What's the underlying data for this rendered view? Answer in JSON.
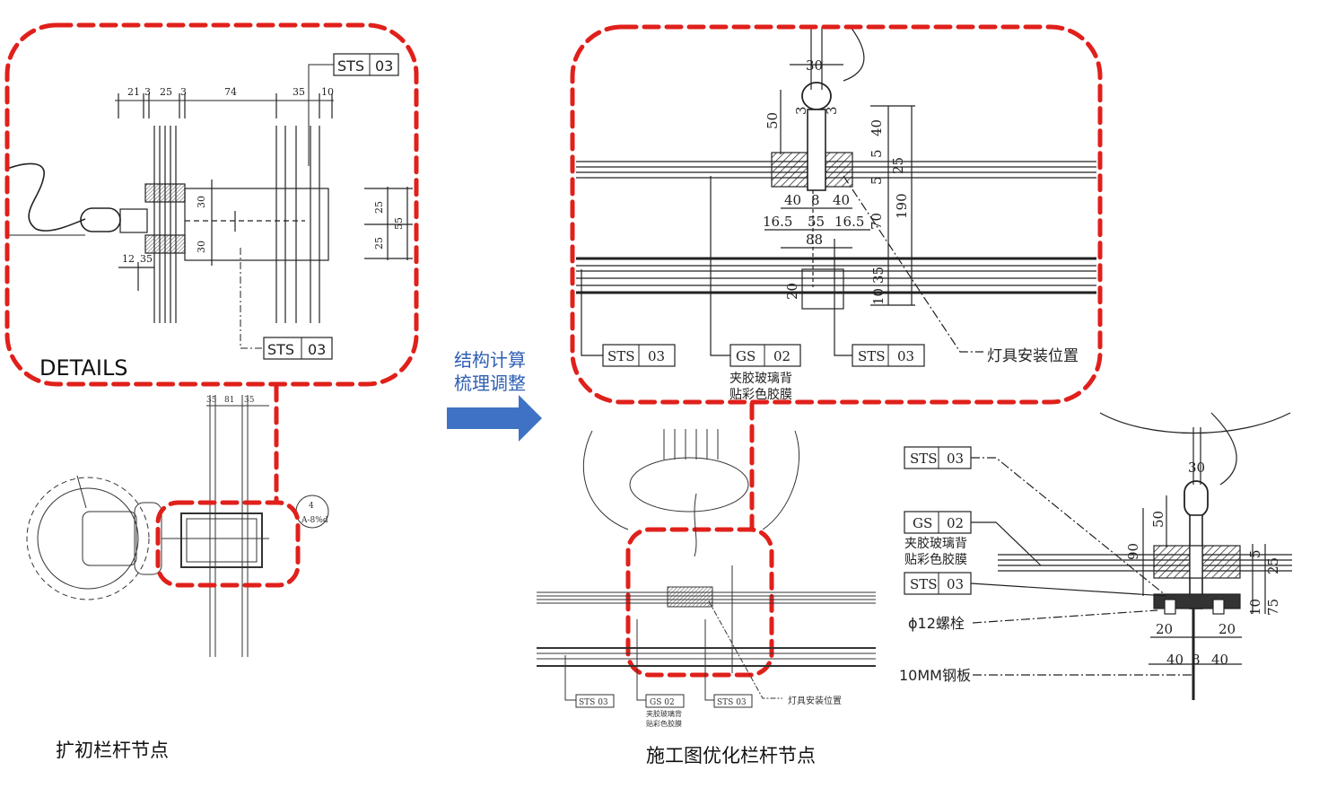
{
  "captions": {
    "left": "扩初栏杆节点",
    "right": "施工图优化栏杆节点"
  },
  "arrow": {
    "line1": "结构计算",
    "line2": "梳理调整",
    "color": "#3f72c4"
  },
  "colors": {
    "highlight": "#e0201b",
    "drawing": "#222222"
  },
  "left_detail": {
    "title": "DETAILS",
    "tag_top": {
      "code": "STS",
      "num": "03"
    },
    "tag_bottom": {
      "code": "STS",
      "num": "03"
    },
    "dims_top": [
      "21",
      "3",
      "25",
      "3",
      "74",
      "35",
      "10"
    ],
    "dims_mid": [
      "30",
      "30"
    ],
    "dims_right": [
      "25",
      "25",
      "55"
    ],
    "dims_low": [
      "12",
      "35"
    ],
    "dims_small": [
      "35",
      "81",
      "35"
    ],
    "callout": "4",
    "callout_sub": "A-8%d"
  },
  "right_detail": {
    "tags": [
      {
        "code": "STS",
        "num": "03",
        "note": ""
      },
      {
        "code": "GS",
        "num": "02",
        "note": "夹胶玻璃背",
        "note2": "贴彩色胶膜"
      },
      {
        "code": "STS",
        "num": "03",
        "note": ""
      }
    ],
    "lamp_label": "灯具安装位置",
    "dims": [
      "30",
      "50",
      "3",
      "3",
      "40",
      "5",
      "5",
      "25",
      "190",
      "40",
      "8",
      "40",
      "16.5",
      "55",
      "16.5",
      "70",
      "88",
      "35",
      "10",
      "20"
    ]
  },
  "small_detail": {
    "tags": [
      "STS 03",
      "GS 02",
      "STS 03"
    ],
    "notes": [
      "夹胶玻璃背",
      "贴彩色胶膜"
    ],
    "lamp_label": "灯具安装位置"
  },
  "side_detail": {
    "tag1": {
      "code": "STS",
      "num": "03"
    },
    "tag2": {
      "code": "GS",
      "num": "02"
    },
    "note1": "夹胶玻璃背",
    "note2": "贴彩色胶膜",
    "tag3": {
      "code": "STS",
      "num": "03"
    },
    "bolt": "ϕ12螺栓",
    "plate": "10MM钢板",
    "dims": [
      "30",
      "50",
      "90",
      "5",
      "25",
      "10",
      "75",
      "20",
      "20",
      "40",
      "8",
      "40"
    ]
  }
}
